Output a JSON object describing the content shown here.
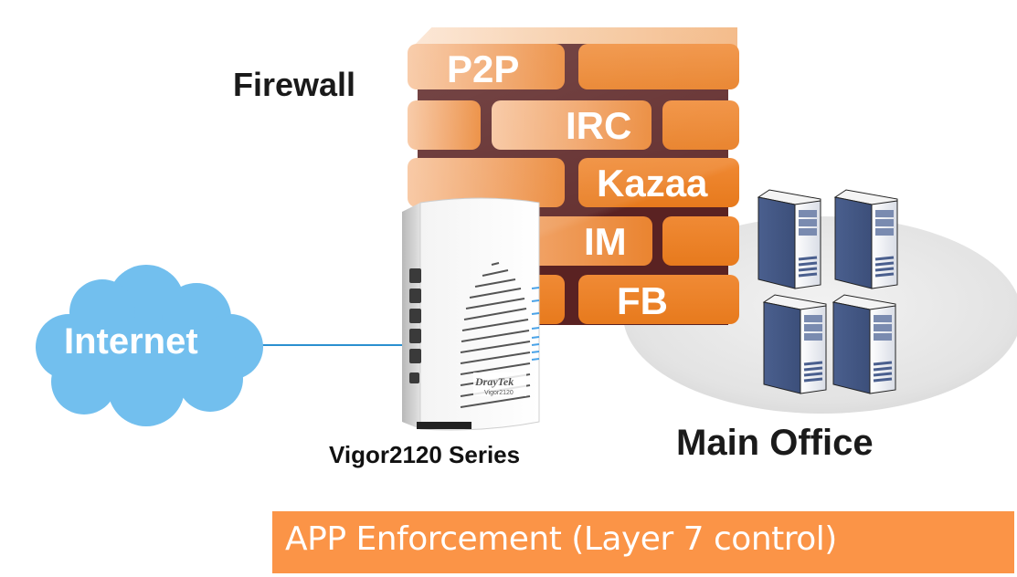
{
  "title": "APP Enforcement (Layer 7 control)",
  "firewall": {
    "label": "Firewall",
    "blocked_apps": [
      "P2P",
      "IRC",
      "Kazaa",
      "IM",
      "FB"
    ],
    "brick_color": "#e77a1d",
    "mortar_color": "#5a2222"
  },
  "internet": {
    "label": "Internet",
    "color": "#72bfee"
  },
  "router": {
    "label": "Vigor2120 Series",
    "brand_text": "DrayTek",
    "model_text": "Vigor2120"
  },
  "main_office": {
    "label": "Main Office",
    "server_count": 4
  },
  "banner": {
    "text": "APP Enforcement (Layer 7 control)",
    "color": "#fb9447"
  },
  "connection": {
    "from": "Internet",
    "to": "Vigor2120 Series",
    "color": "#2a8fd0"
  }
}
